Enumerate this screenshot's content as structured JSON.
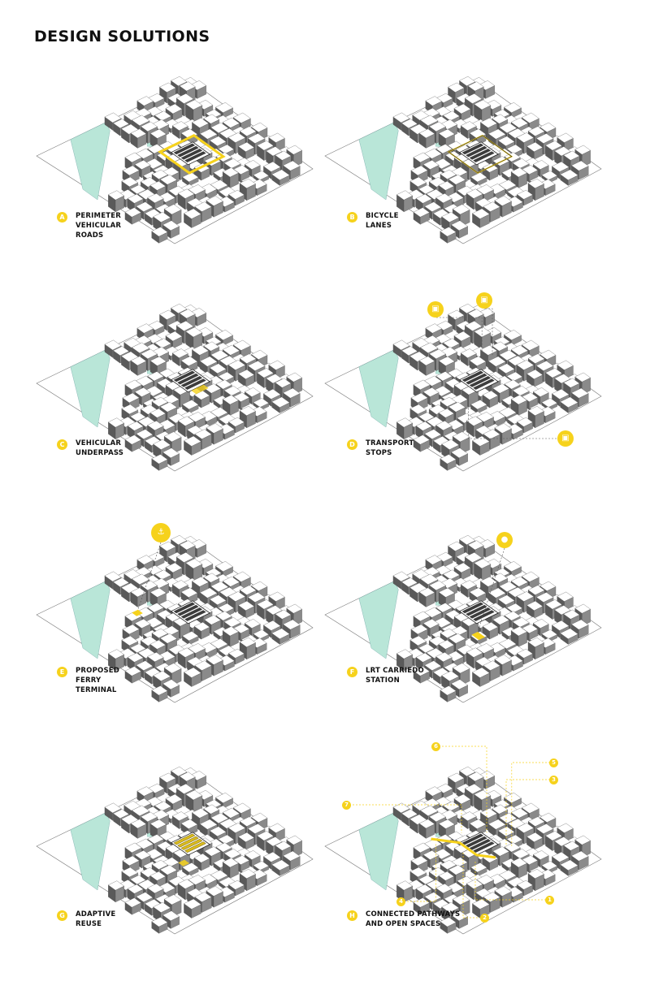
{
  "page": {
    "title": "DESIGN SOLUTIONS"
  },
  "colors": {
    "accent": "#f6d21c",
    "river": "#b9e6d8",
    "building_dark": "#5a5a5a",
    "street": "#ffffff"
  },
  "panels": [
    {
      "id": "A",
      "badge": "A",
      "caption": "PERIMETER\nVEHICULAR\nROADS",
      "highlight": "perimeter"
    },
    {
      "id": "B",
      "badge": "B",
      "caption": "BICYCLE\nLANES",
      "highlight": "bicycle"
    },
    {
      "id": "C",
      "badge": "C",
      "caption": "VEHICULAR\nUNDERPASS",
      "highlight": "underpass"
    },
    {
      "id": "D",
      "badge": "D",
      "caption": "TRANSPORT\nSTOPS",
      "highlight": "stops",
      "icon": "bus-icon"
    },
    {
      "id": "E",
      "badge": "E",
      "caption": "PROPOSED\nFERRY\nTERMINAL",
      "highlight": "ferry",
      "icon": "ferry-icon"
    },
    {
      "id": "F",
      "badge": "F",
      "caption": "LRT CARRIEDO\nSTATION",
      "highlight": "lrt",
      "icon": "train-icon"
    },
    {
      "id": "G",
      "badge": "G",
      "caption": "ADAPTIVE\nREUSE",
      "highlight": "reuse"
    },
    {
      "id": "H",
      "badge": "H",
      "caption": "CONNECTED PATHWAYS\nAND OPEN SPACES",
      "highlight": "pathways",
      "numbers": [
        "1",
        "2",
        "3",
        "4",
        "5",
        "6",
        "7"
      ]
    }
  ]
}
